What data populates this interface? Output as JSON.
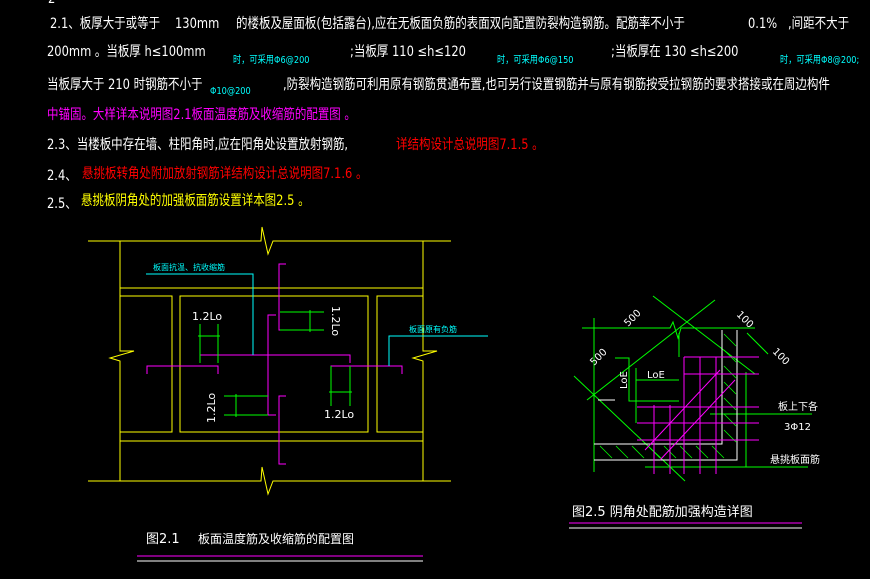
{
  "notes": {
    "line_2_1": {
      "prefix": "2.1、板厚大于或等于",
      "thickness": "130mm",
      "text": "的楼板及屋面板(包括露台),应在无板面负筋的表面双向配置防裂构造钢筋。配筋率不小于",
      "ratio": "0.1%",
      "suffix": ",间距不大于"
    },
    "line_2": {
      "a": "200mm  。当板厚  h≤100mm",
      "a_bar": "时，可采用Φ6@200",
      "b": ";当板厚  110  ≤h≤120",
      "b_bar": "时，可采用Φ6@150",
      "c": ";当板厚在  130  ≤h≤200",
      "c_bar": "时，可采用Φ8@200;"
    },
    "line_3": {
      "a": "当板厚大于  210  时钢筋不小于",
      "a_bar": "Φ10@200",
      "b": ",防裂构造钢筋可利用原有钢筋贯通布置,也可另行设置钢筋并与原有钢筋按受拉钢筋的要求搭接或在周边构件"
    },
    "line_4": "中锚固。大样详本说明图2.1板面温度筋及收缩筋的配置图  。",
    "line_2_3": {
      "prefix": "2.3、当楼板中存在墙、柱阳角时,应在阳角处设置放射钢筋,",
      "ref": "详结构设计总说明图7.1.5 。"
    },
    "line_2_4": {
      "prefix": "2.4、",
      "text": "悬挑板转角处附加放射钢筋详结构设计总说明图7.1.6 。"
    },
    "line_2_5": {
      "prefix": "2.5、",
      "text": "悬挑板阴角处的加强板面筋设置详本图2.5 。"
    }
  },
  "figure_2_1": {
    "label_temp_bar": "板面抗温、抗收缩筋",
    "label_neg_bar": "板面原有负筋",
    "dim": "1.2Lo",
    "caption_num": "图2.1",
    "caption_text": "板面温度筋及收缩筋的配置图"
  },
  "figure_2_5": {
    "dim_500_a": "500",
    "dim_500_b": "500",
    "dim_100_a": "100",
    "dim_100_b": "100",
    "loe_v": "LoE",
    "loe_h": "LoE",
    "label_rebar_1": "板上下各",
    "label_rebar_2": "3Φ12",
    "label_top_bar": "悬挑板面筋",
    "caption": "图2.5  阴角处配筋加强构造详图"
  }
}
